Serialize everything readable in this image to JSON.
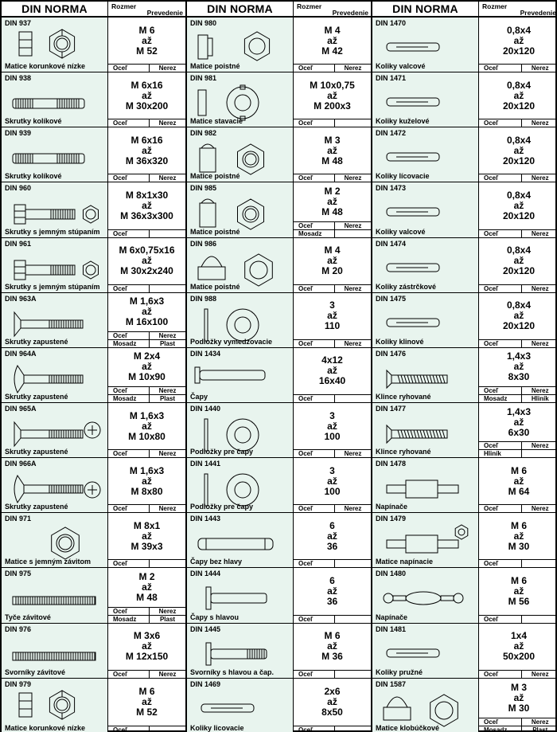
{
  "header": {
    "title": "DIN NORMA",
    "size_label": "Rozmer",
    "variant_label": "Prevedenie"
  },
  "columns": [
    [
      {
        "code": "DIN 937",
        "name": "Matice korunkové nízke",
        "dims": [
          "M 6",
          "až",
          "M 52"
        ],
        "mats": [
          [
            "Oceľ",
            "Nerez"
          ]
        ],
        "icon": "castle-nut-icon"
      },
      {
        "code": "DIN 938",
        "name": "Skrutky kolíkové",
        "dims": [
          "M 6x16",
          "až",
          "M 30x200"
        ],
        "mats": [
          [
            "Oceľ",
            "Nerez"
          ]
        ],
        "icon": "stud-bolt-icon"
      },
      {
        "code": "DIN 939",
        "name": "Skrutky kolíkové",
        "dims": [
          "M 6x16",
          "až",
          "M 36x320"
        ],
        "mats": [
          [
            "Oceľ",
            "Nerez"
          ]
        ],
        "icon": "stud-bolt-icon"
      },
      {
        "code": "DIN 960",
        "name": "Skrutky s jemným stúpaním",
        "dims": [
          "M 8x1x30",
          "až",
          "M 36x3x300"
        ],
        "mats": [
          [
            "Oceľ",
            ""
          ]
        ],
        "icon": "hex-bolt-icon"
      },
      {
        "code": "DIN 961",
        "name": "Skrutky s jemným stúpaním",
        "dims": [
          "M 6x0,75x16",
          "až",
          "M 30x2x240"
        ],
        "mats": [
          [
            "Oceľ",
            ""
          ]
        ],
        "icon": "hex-bolt-icon"
      },
      {
        "code": "DIN 963A",
        "name": "Skrutky zapustené",
        "dims": [
          "M 1,6x3",
          "až",
          "M 16x100"
        ],
        "mats": [
          [
            "Oceľ",
            "Nerez"
          ],
          [
            "Mosadz",
            "Plast"
          ]
        ],
        "icon": "countersunk-screw-icon"
      },
      {
        "code": "DIN 964A",
        "name": "Skrutky zapustené",
        "dims": [
          "M 2x4",
          "až",
          "M 10x90"
        ],
        "mats": [
          [
            "Oceľ",
            "Nerez"
          ],
          [
            "Mosadz",
            "Plast"
          ]
        ],
        "icon": "raised-countersunk-screw-icon"
      },
      {
        "code": "DIN 965A",
        "name": "Skrutky zapustené",
        "dims": [
          "M 1,6x3",
          "až",
          "M 10x80"
        ],
        "mats": [
          [
            "Oceľ",
            "Nerez"
          ]
        ],
        "icon": "phillips-countersunk-screw-icon"
      },
      {
        "code": "DIN 966A",
        "name": "Skrutky zapustené",
        "dims": [
          "M 1,6x3",
          "až",
          "M 8x80"
        ],
        "mats": [
          [
            "Oceľ",
            "Nerez"
          ]
        ],
        "icon": "phillips-raised-screw-icon"
      },
      {
        "code": "DIN 971",
        "name": "Matice s jemným závitom",
        "dims": [
          "M 8x1",
          "až",
          "M 39x3"
        ],
        "mats": [
          [
            "Oceľ",
            ""
          ]
        ],
        "icon": "hex-nut-icon"
      },
      {
        "code": "DIN 975",
        "name": "Tyče závitové",
        "dims": [
          "M 2",
          "až",
          "M 48"
        ],
        "mats": [
          [
            "Oceľ",
            "Nerez"
          ],
          [
            "Mosadz",
            "Plast"
          ]
        ],
        "icon": "threaded-rod-icon"
      },
      {
        "code": "DIN 976",
        "name": "Svorníky závitové",
        "dims": [
          "M 3x6",
          "až",
          "M 12x150"
        ],
        "mats": [
          [
            "Oceľ",
            "Nerez"
          ]
        ],
        "icon": "threaded-stud-icon"
      },
      {
        "code": "DIN 979",
        "name": "Matice korunkové nízke",
        "dims": [
          "M 6",
          "až",
          "M 52"
        ],
        "mats": [
          [
            "Oceľ",
            ""
          ]
        ],
        "icon": "castle-nut-icon"
      }
    ],
    [
      {
        "code": "DIN 980",
        "name": "Matice poistné",
        "dims": [
          "M 4",
          "až",
          "M 42"
        ],
        "mats": [
          [
            "Oceľ",
            "Nerez"
          ]
        ],
        "icon": "lock-nut-icon"
      },
      {
        "code": "DIN 981",
        "name": "Matice stavacie",
        "dims": [
          "M 10x0,75",
          "až",
          "M 200x3"
        ],
        "mats": [
          [
            "Oceľ",
            ""
          ]
        ],
        "icon": "slotted-round-nut-icon"
      },
      {
        "code": "DIN 982",
        "name": "Matice poistné",
        "dims": [
          "M 3",
          "až",
          "M 48"
        ],
        "mats": [
          [
            "Oceľ",
            "Nerez"
          ]
        ],
        "icon": "nylon-lock-nut-icon"
      },
      {
        "code": "DIN 985",
        "name": "Matice poistné",
        "dims": [
          "M 2",
          "až",
          "M 48"
        ],
        "mats": [
          [
            "Oceľ",
            "Nerez"
          ],
          [
            "Mosadz",
            ""
          ]
        ],
        "icon": "nylon-lock-nut-icon"
      },
      {
        "code": "DIN 986",
        "name": "Matice poistné",
        "dims": [
          "M 4",
          "až",
          "M 20"
        ],
        "mats": [
          [
            "Oceľ",
            "Nerez"
          ]
        ],
        "icon": "dome-nut-icon"
      },
      {
        "code": "DIN 988",
        "name": "Podložky vymedzovacie",
        "dims": [
          "3",
          "až",
          "110"
        ],
        "mats": [
          [
            "Oceľ",
            "Nerez"
          ]
        ],
        "icon": "shim-washer-icon"
      },
      {
        "code": "DIN 1434",
        "name": "Čapy",
        "dims": [
          "4x12",
          "až",
          "16x40"
        ],
        "mats": [
          [
            "Oceľ",
            ""
          ]
        ],
        "icon": "clevis-pin-icon"
      },
      {
        "code": "DIN 1440",
        "name": "Podložky pre čapy",
        "dims": [
          "3",
          "až",
          "100"
        ],
        "mats": [
          [
            "Oceľ",
            "Nerez"
          ]
        ],
        "icon": "washer-icon"
      },
      {
        "code": "DIN 1441",
        "name": "Podložky pre čapy",
        "dims": [
          "3",
          "až",
          "100"
        ],
        "mats": [
          [
            "Oceľ",
            "Nerez"
          ]
        ],
        "icon": "washer-icon"
      },
      {
        "code": "DIN 1443",
        "name": "Čapy bez hlavy",
        "dims": [
          "6",
          "až",
          "36"
        ],
        "mats": [
          [
            "Oceľ",
            ""
          ]
        ],
        "icon": "headless-pin-icon"
      },
      {
        "code": "DIN 1444",
        "name": "Čapy s hlavou",
        "dims": [
          "6",
          "až",
          "36"
        ],
        "mats": [
          [
            "Oceľ",
            ""
          ]
        ],
        "icon": "headed-pin-icon"
      },
      {
        "code": "DIN 1445",
        "name": "Svorníky s hlavou a čap.",
        "dims": [
          "M 6",
          "až",
          "M 36"
        ],
        "mats": [
          [
            "Oceľ",
            ""
          ]
        ],
        "icon": "headed-threaded-pin-icon"
      },
      {
        "code": "DIN 1469",
        "name": "Koliky licovacie",
        "dims": [
          "2x6",
          "až",
          "8x50"
        ],
        "mats": [
          [
            "Oceľ",
            ""
          ]
        ],
        "icon": "grooved-pin-icon"
      }
    ],
    [
      {
        "code": "DIN 1470",
        "name": "Koliky valcové",
        "dims": [
          "0,8x4",
          "až",
          "20x120"
        ],
        "mats": [
          [
            "Oceľ",
            "Nerez"
          ]
        ],
        "icon": "grooved-pin-icon"
      },
      {
        "code": "DIN 1471",
        "name": "Koliky kuželové",
        "dims": [
          "0,8x4",
          "až",
          "20x120"
        ],
        "mats": [
          [
            "Oceľ",
            "Nerez"
          ]
        ],
        "icon": "taper-pin-icon"
      },
      {
        "code": "DIN 1472",
        "name": "Koliky lícovacie",
        "dims": [
          "0,8x4",
          "až",
          "20x120"
        ],
        "mats": [
          [
            "Oceľ",
            "Nerez"
          ]
        ],
        "icon": "grooved-pin-icon"
      },
      {
        "code": "DIN 1473",
        "name": "Koliky valcové",
        "dims": [
          "0,8x4",
          "až",
          "20x120"
        ],
        "mats": [
          [
            "Oceľ",
            "Nerez"
          ]
        ],
        "icon": "grooved-pin-icon"
      },
      {
        "code": "DIN 1474",
        "name": "Koliky zástrčkové",
        "dims": [
          "0,8x4",
          "až",
          "20x120"
        ],
        "mats": [
          [
            "Oceľ",
            "Nerez"
          ]
        ],
        "icon": "grooved-pin-icon"
      },
      {
        "code": "DIN 1475",
        "name": "Koliky klinové",
        "dims": [
          "0,8x4",
          "až",
          "20x120"
        ],
        "mats": [
          [
            "Oceľ",
            "Nerez"
          ]
        ],
        "icon": "center-grooved-pin-icon"
      },
      {
        "code": "DIN 1476",
        "name": "Klince ryhované",
        "dims": [
          "1,4x3",
          "až",
          "8x30"
        ],
        "mats": [
          [
            "Oceľ",
            "Nerez"
          ],
          [
            "Mosadz",
            "Hliník"
          ]
        ],
        "icon": "grooved-nail-icon"
      },
      {
        "code": "DIN 1477",
        "name": "Klince ryhované",
        "dims": [
          "1,4x3",
          "až",
          "6x30"
        ],
        "mats": [
          [
            "Oceľ",
            "Nerez"
          ],
          [
            "Hliník",
            ""
          ]
        ],
        "icon": "countersunk-nail-icon"
      },
      {
        "code": "DIN 1478",
        "name": "Napínače",
        "dims": [
          "M 6",
          "až",
          "M 64"
        ],
        "mats": [
          [
            "Oceľ",
            "Nerez"
          ]
        ],
        "icon": "turnbuckle-icon"
      },
      {
        "code": "DIN 1479",
        "name": "Matice napínacie",
        "dims": [
          "M 6",
          "až",
          "M 30"
        ],
        "mats": [
          [
            "Oceľ",
            ""
          ]
        ],
        "icon": "turnbuckle-nut-icon"
      },
      {
        "code": "DIN 1480",
        "name": "Napínače",
        "dims": [
          "M 6",
          "až",
          "M 56"
        ],
        "mats": [
          [
            "Oceľ",
            ""
          ]
        ],
        "icon": "hook-turnbuckle-icon"
      },
      {
        "code": "DIN 1481",
        "name": "Koliky pružné",
        "dims": [
          "1x4",
          "až",
          "50x200"
        ],
        "mats": [
          [
            "Oceľ",
            "Nerez"
          ]
        ],
        "icon": "spring-pin-icon"
      },
      {
        "code": "DIN 1587",
        "name": "Matice klobúčkové",
        "dims": [
          "M 3",
          "až",
          "M 30"
        ],
        "mats": [
          [
            "Oceľ",
            "Nerez"
          ],
          [
            "Mosadz",
            "Plast"
          ]
        ],
        "icon": "dome-nut-icon"
      }
    ]
  ]
}
